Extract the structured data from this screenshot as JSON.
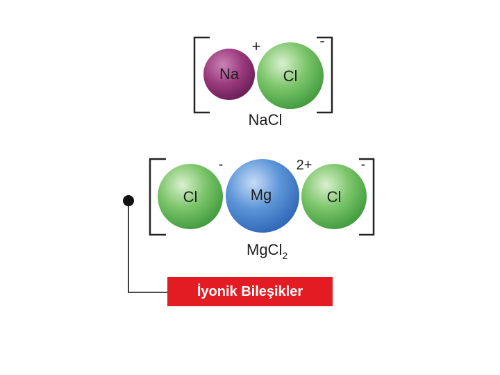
{
  "title": "İyonik Bileşikler",
  "colors": {
    "banner": "#e31b23",
    "sodium": "#8e2f72",
    "chlorine": "#6cbc5a",
    "magnesium": "#4a84cf"
  },
  "nacl": {
    "atoms": [
      "Na",
      "Cl"
    ],
    "charges": [
      "+",
      "-"
    ],
    "formula": "NaCl"
  },
  "mgcl2": {
    "atoms": [
      "Cl",
      "Mg",
      "Cl"
    ],
    "charges": [
      "-",
      "2+",
      "-"
    ],
    "formula_main": "MgCl",
    "formula_subscript": "2"
  }
}
